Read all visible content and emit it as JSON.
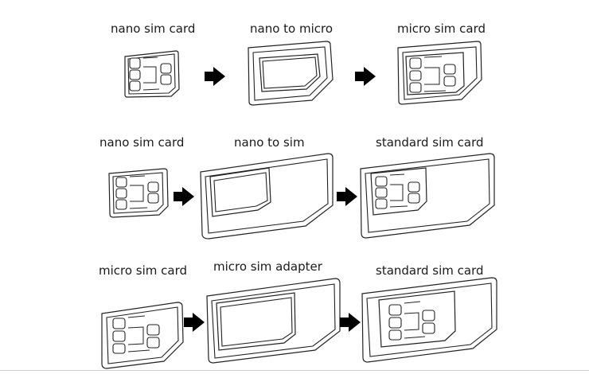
{
  "rows": [
    {
      "left_label": "nano sim card",
      "middle_label": "nano to micro",
      "right_label": "micro sim card"
    },
    {
      "left_label": "nano sim card",
      "middle_label": "nano to sim",
      "right_label": "standard sim card"
    },
    {
      "left_label": "micro sim card",
      "middle_label": "micro sim adapter",
      "right_label": "standard sim card"
    }
  ],
  "icons": [
    "arrow-right-icon",
    "sim-card-icon",
    "sim-adapter-icon"
  ]
}
